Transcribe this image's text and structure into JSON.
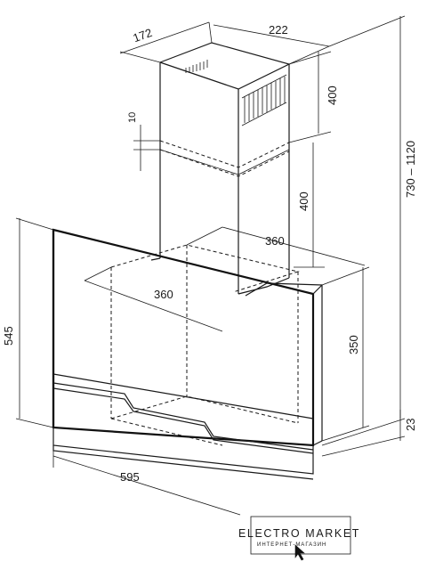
{
  "dimensions": {
    "chimney_depth": "172",
    "chimney_width": "222",
    "upper_chimney_height": "400",
    "overlap": "10",
    "lower_chimney_height": "400",
    "total_height": "730 – 1120",
    "hood_depth": "360",
    "hood_width_inner": "360",
    "glass_height": "545",
    "body_height": "350",
    "bottom_offset": "23",
    "overall_width": "595"
  },
  "logo": {
    "title": "ELECTRO MARKET",
    "subtitle": "ИНТЕРНЕТ-МАГАЗИН"
  }
}
